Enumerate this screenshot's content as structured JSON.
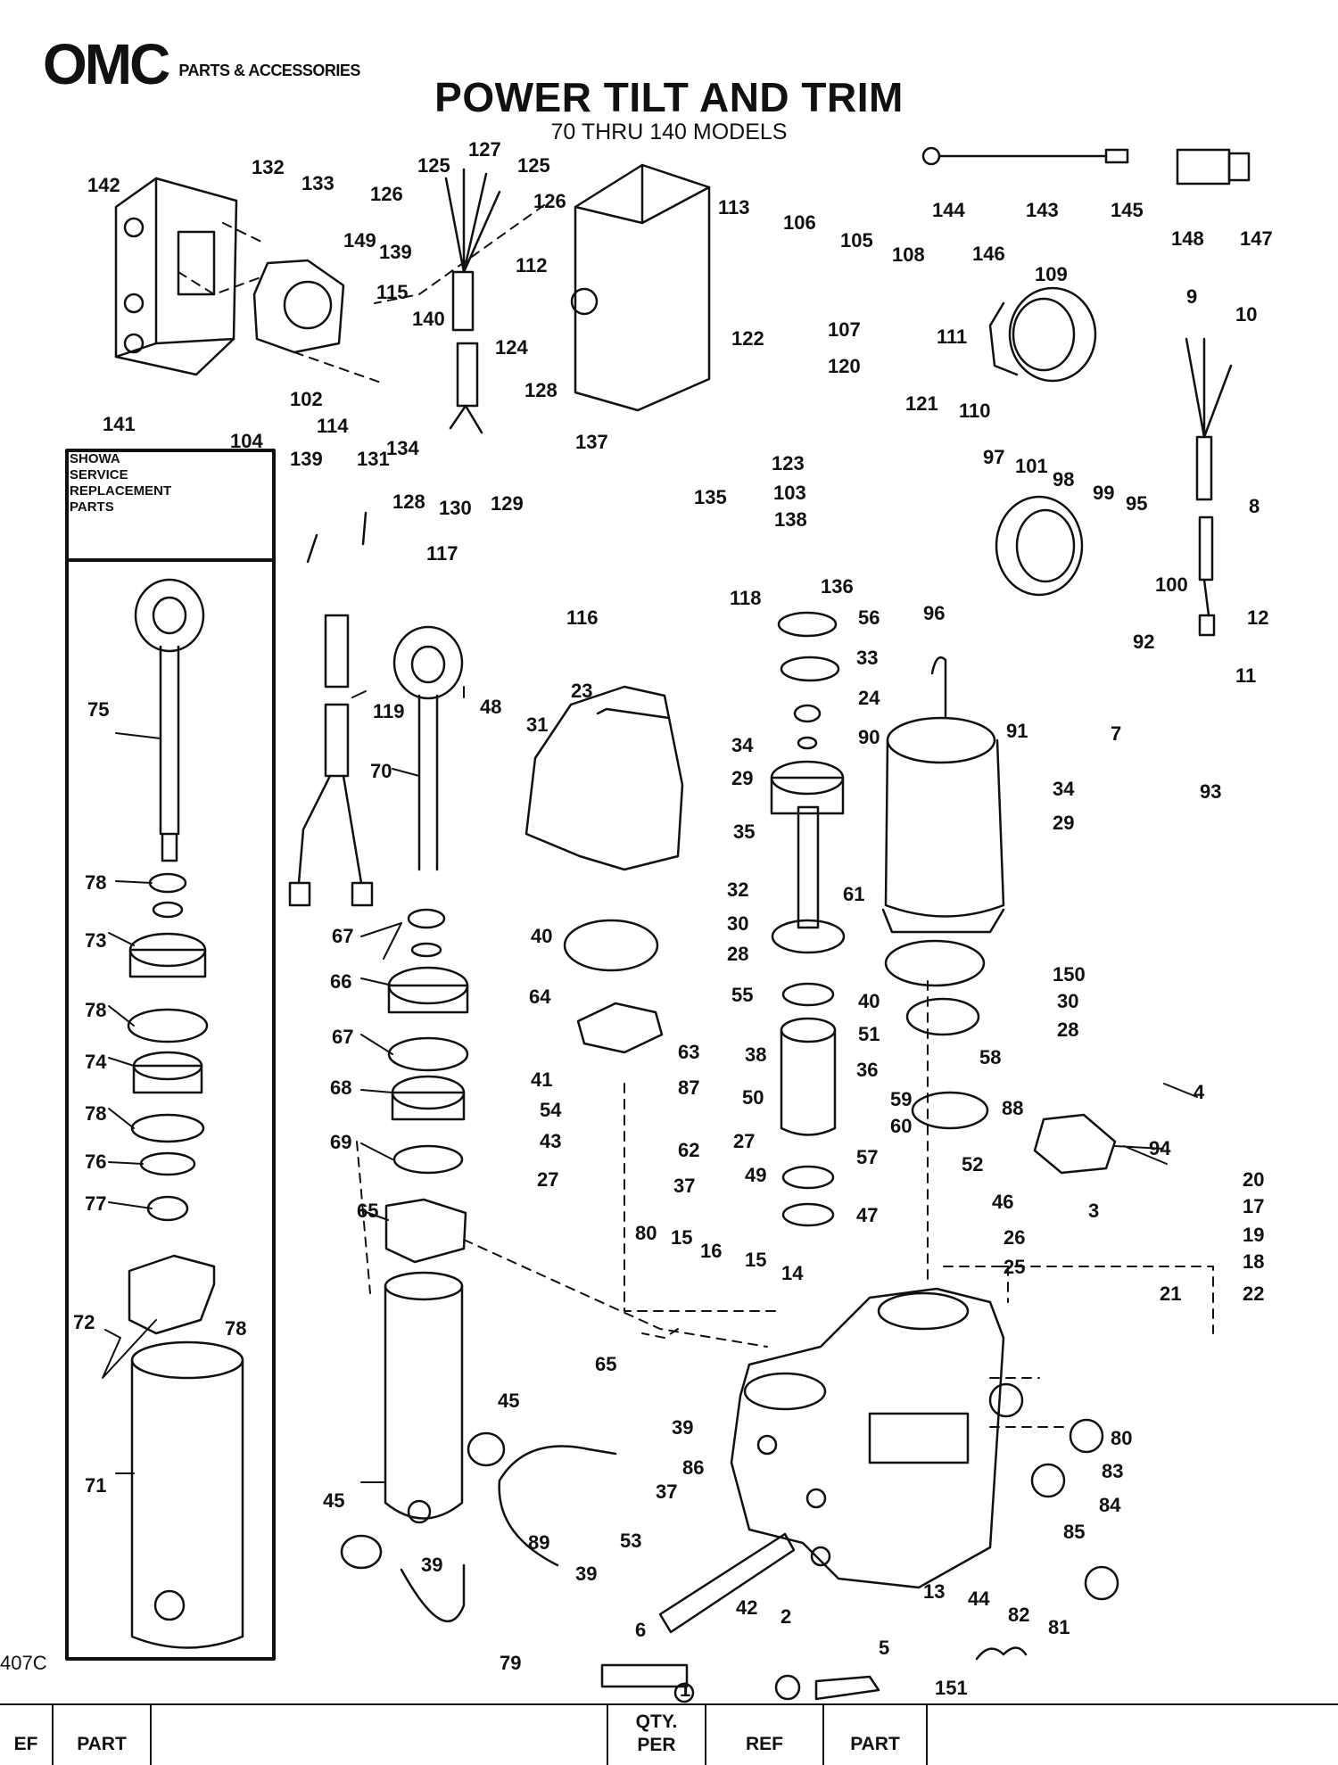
{
  "brand": {
    "logo": "OMC",
    "subtitle": "PARTS & ACCESSORIES"
  },
  "title": "POWER TILT AND TRIM",
  "subtitle": "70 THRU 140 MODELS",
  "panel": {
    "title": "SHOWA\nSERVICE\nREPLACEMENT\nPARTS"
  },
  "drawing_code": "407C",
  "table_header": {
    "col1": "EF",
    "col2": "PART",
    "col3": "QTY.\nPER",
    "col4": "REF",
    "col5": "PART"
  },
  "callouts": [
    "1",
    "2",
    "3",
    "4",
    "5",
    "6",
    "7",
    "8",
    "9",
    "10",
    "11",
    "12",
    "13",
    "14",
    "15",
    "16",
    "17",
    "18",
    "19",
    "20",
    "21",
    "22",
    "23",
    "24",
    "25",
    "26",
    "27",
    "28",
    "29",
    "30",
    "31",
    "32",
    "33",
    "34",
    "35",
    "36",
    "37",
    "38",
    "39",
    "40",
    "41",
    "42",
    "43",
    "44",
    "45",
    "46",
    "47",
    "48",
    "49",
    "50",
    "51",
    "52",
    "53",
    "54",
    "55",
    "56",
    "57",
    "58",
    "59",
    "60",
    "61",
    "62",
    "63",
    "64",
    "65",
    "66",
    "67",
    "68",
    "69",
    "70",
    "71",
    "72",
    "73",
    "74",
    "75",
    "76",
    "77",
    "78",
    "79",
    "80",
    "81",
    "82",
    "83",
    "84",
    "85",
    "86",
    "87",
    "88",
    "89",
    "90",
    "91",
    "92",
    "93",
    "94",
    "95",
    "96",
    "97",
    "98",
    "99",
    "100",
    "101",
    "102",
    "103",
    "104",
    "105",
    "106",
    "107",
    "108",
    "109",
    "110",
    "111",
    "112",
    "113",
    "114",
    "115",
    "116",
    "117",
    "118",
    "119",
    "120",
    "121",
    "122",
    "123",
    "124",
    "125",
    "126",
    "127",
    "128",
    "129",
    "130",
    "131",
    "132",
    "133",
    "134",
    "135",
    "136",
    "137",
    "138",
    "139",
    "140",
    "141",
    "142",
    "143",
    "144",
    "145",
    "146",
    "147",
    "148",
    "149",
    "150",
    "151"
  ]
}
